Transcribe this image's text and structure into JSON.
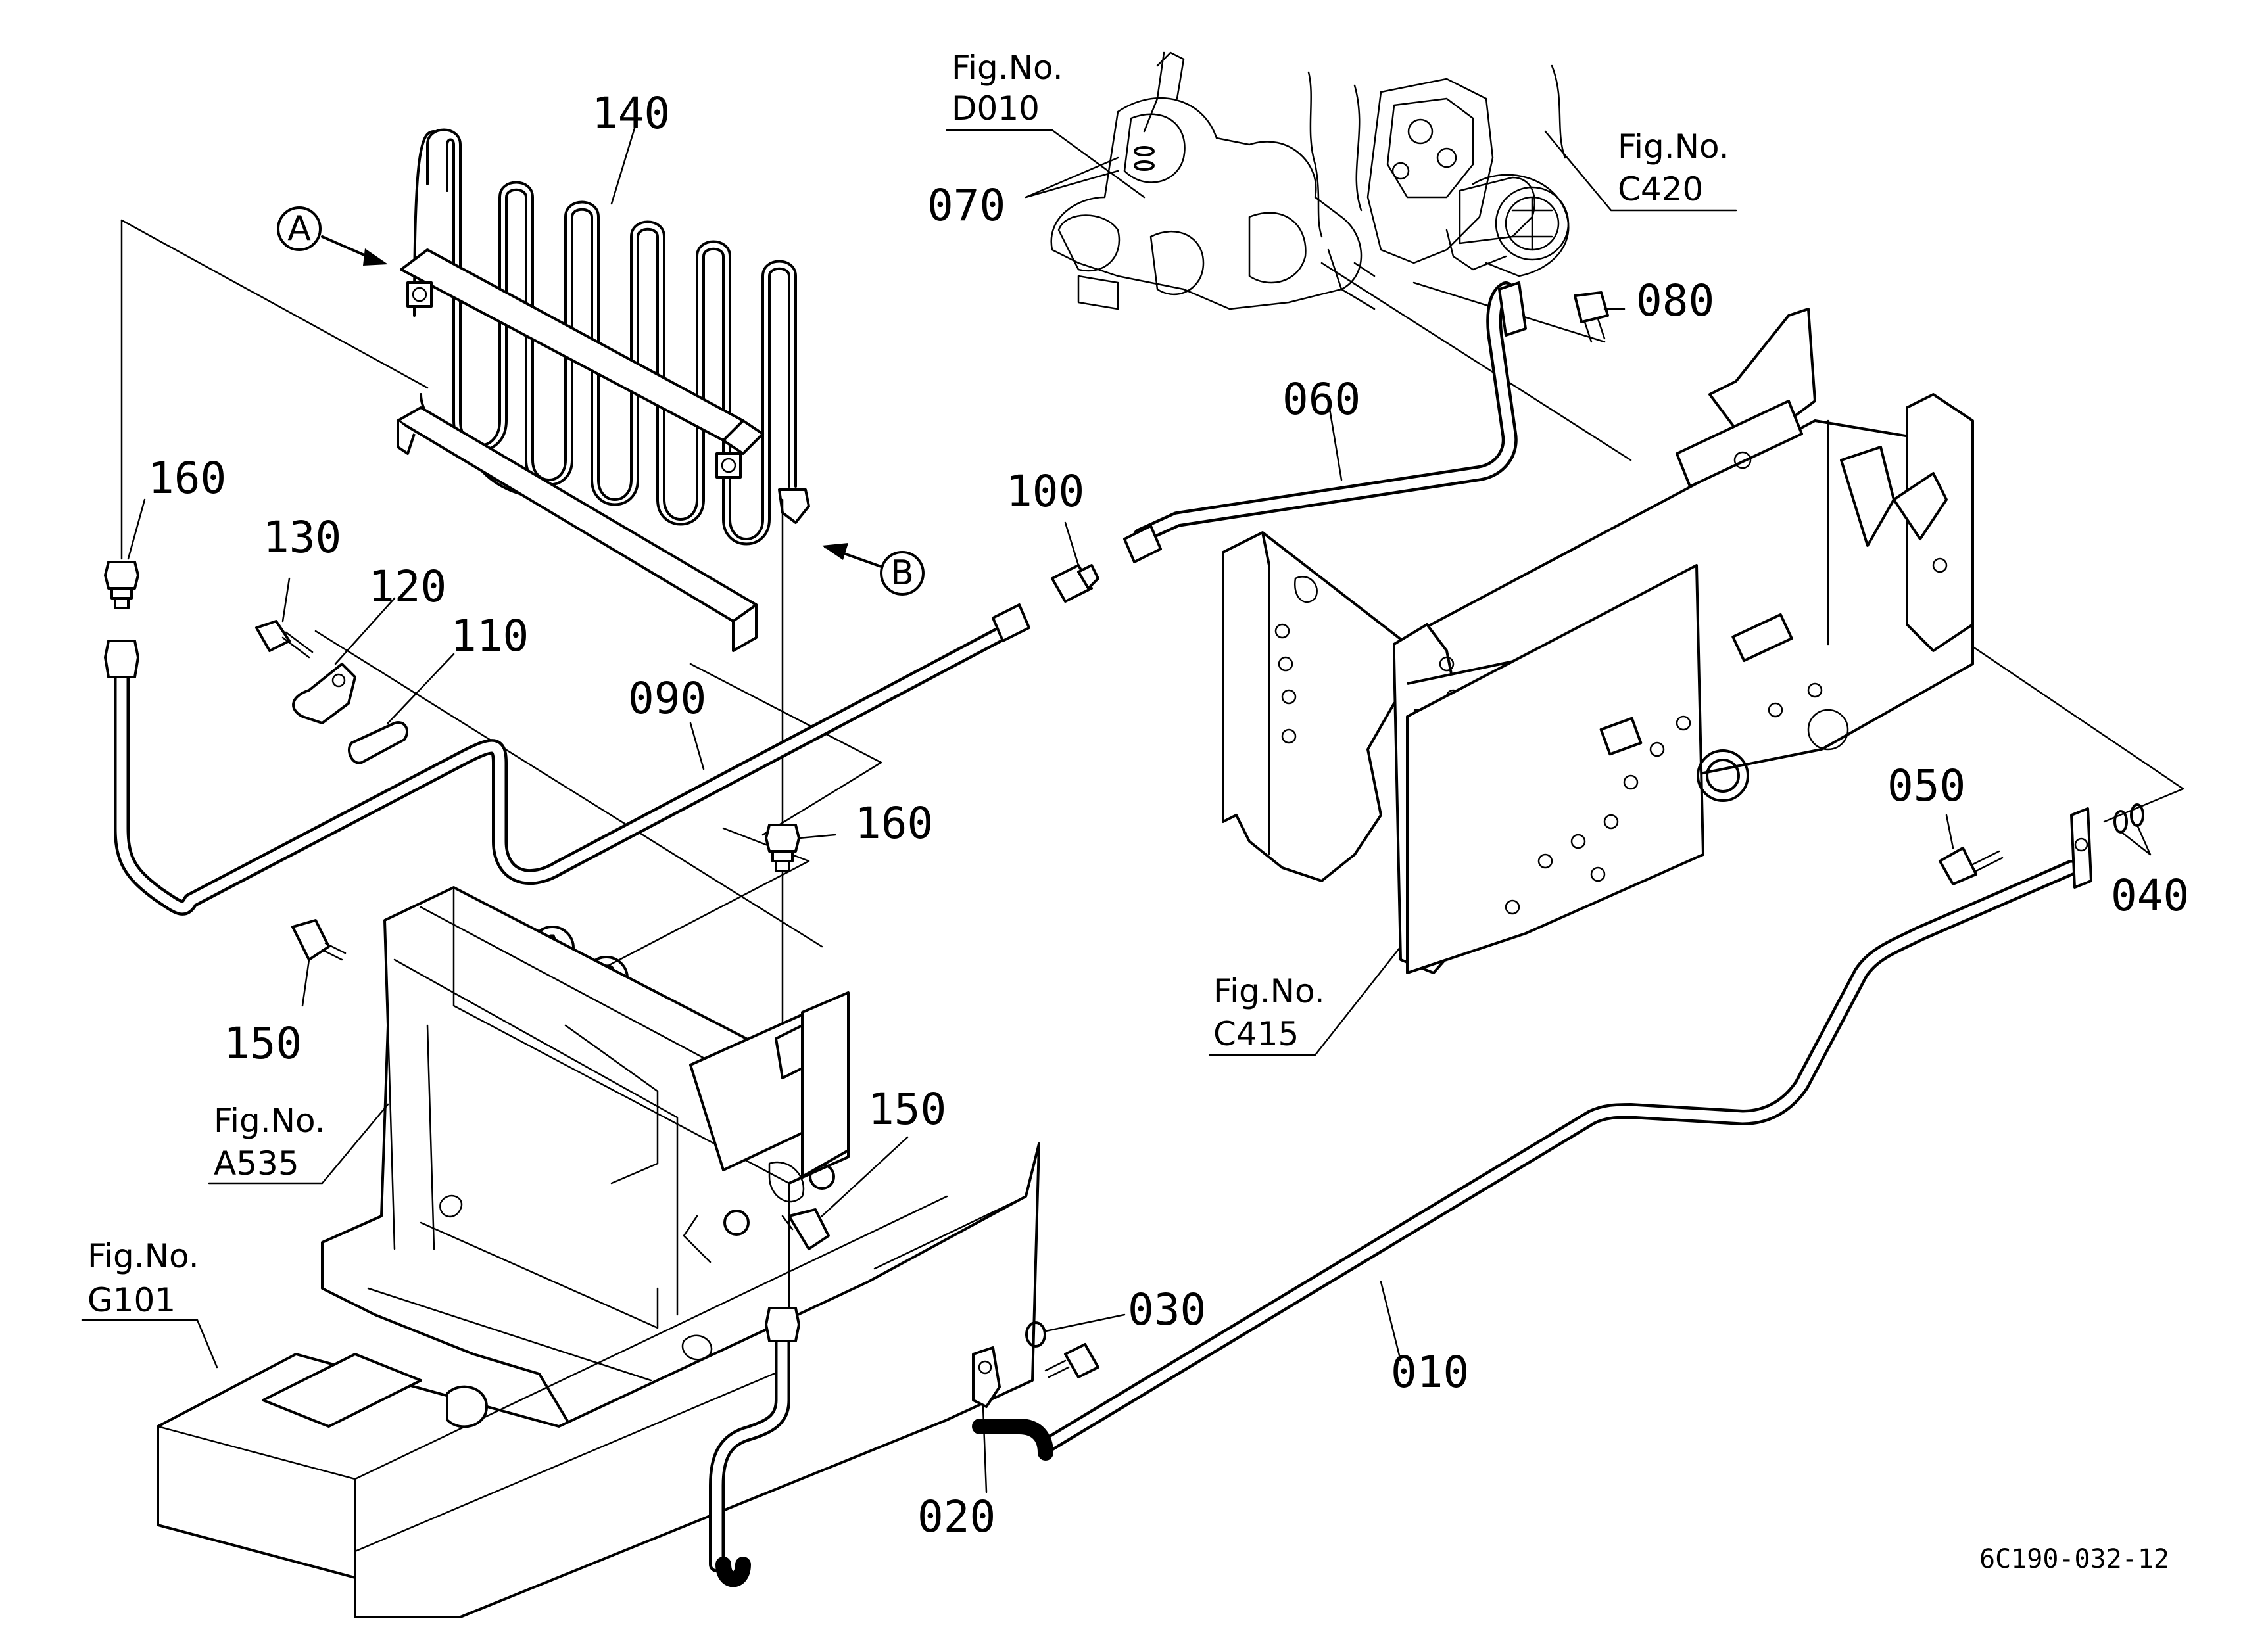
{
  "diagram": {
    "drawing_code": "6C190-032-12",
    "part_labels": [
      "010",
      "020",
      "030",
      "040",
      "050",
      "060",
      "070",
      "080",
      "090",
      "100",
      "110",
      "120",
      "130",
      "140",
      "150",
      "150",
      "160",
      "160"
    ],
    "figure_refs": [
      {
        "line1": "Fig.No.",
        "line2": "D010"
      },
      {
        "line1": "Fig.No.",
        "line2": "C420"
      },
      {
        "line1": "Fig.No.",
        "line2": "C415"
      },
      {
        "line1": "Fig.No.",
        "line2": "A535"
      },
      {
        "line1": "Fig.No.",
        "line2": "G101"
      }
    ],
    "connection_markers": [
      "A",
      "B",
      "A",
      "B"
    ]
  }
}
